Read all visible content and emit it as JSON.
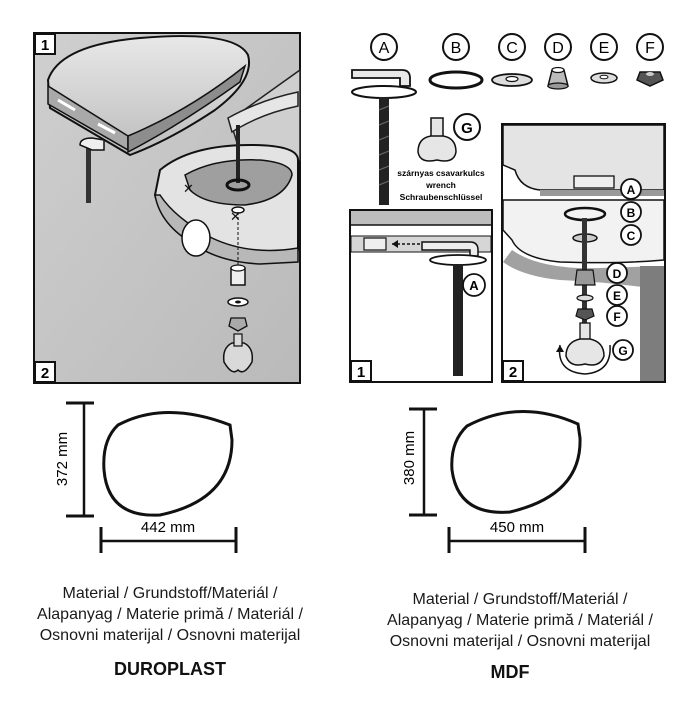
{
  "left_panel": {
    "step_top": "1",
    "step_bottom": "2"
  },
  "right_panel": {
    "parts": [
      {
        "letter": "A"
      },
      {
        "letter": "B"
      },
      {
        "letter": "C"
      },
      {
        "letter": "D"
      },
      {
        "letter": "E"
      },
      {
        "letter": "F"
      }
    ],
    "wrench_letter": "G",
    "wrench_label": [
      "szárnyas csavarkulcs",
      "wrench",
      "Schraubenschlüssel"
    ],
    "inset1": {
      "step": "1",
      "callout": "A"
    },
    "inset2": {
      "step": "2",
      "callouts": [
        "A",
        "B",
        "C",
        "D",
        "E",
        "F",
        "G"
      ]
    }
  },
  "seats": [
    {
      "height": "372 mm",
      "width": "442 mm",
      "material_lines": [
        "Material / Grundstoff/Materiál /",
        "Alapanyag / Materie primă / Materiál /",
        "Osnovni materijal / Osnovni materijal"
      ],
      "material_name": "DUROPLAST"
    },
    {
      "height": "380 mm",
      "width": "450 mm",
      "material_lines": [
        "Material / Grundstoff/Materiál /",
        "Alapanyag / Materie primă / Materiál /",
        "Osnovni materijal / Osnovni materijal"
      ],
      "material_name": "MDF"
    }
  ]
}
